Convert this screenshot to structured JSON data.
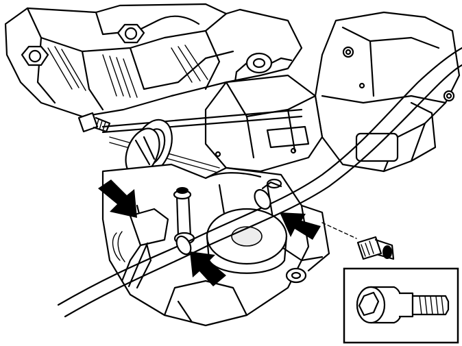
{
  "figure": {
    "background": "#ffffff",
    "line_color": "#000000",
    "pointer_arrow_color": "#000000",
    "arrows": [
      {
        "name": "arrow-upper-left",
        "direction": "down-right"
      },
      {
        "name": "arrow-lower-center",
        "direction": "up-left"
      },
      {
        "name": "arrow-right",
        "direction": "left"
      }
    ],
    "inset": {
      "depicts": "bolt-detail"
    }
  }
}
